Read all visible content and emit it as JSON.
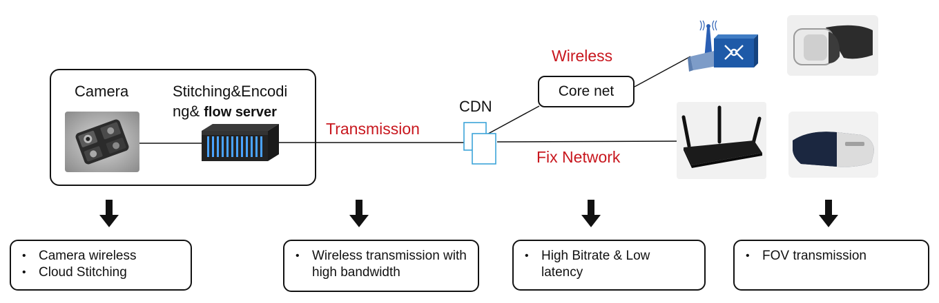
{
  "source": {
    "camera_label": "Camera",
    "stitching_label_line1": "Stitching&Encodi",
    "stitching_label_line2_a": "ng& ",
    "stitching_label_line2_b": "flow server"
  },
  "network": {
    "cdn_label": "CDN",
    "transmission_label": "Transmission",
    "wireless_label": "Wireless",
    "core_net_label": "Core net",
    "fix_network_label": "Fix Network"
  },
  "notes": [
    {
      "items": [
        "Camera wireless",
        "Cloud Stitching"
      ]
    },
    {
      "items": [
        "Wireless transmission with high bandwidth"
      ]
    },
    {
      "items": [
        "High Bitrate & Low latency"
      ]
    },
    {
      "items": [
        "FOV transmission"
      ]
    }
  ],
  "colors": {
    "label_red": "#c8171e",
    "cdn_blue": "#3ba3d8",
    "line": "#111111"
  },
  "icons": [
    "camera-rig-icon",
    "server-rack-icon",
    "cdn-icon",
    "base-station-icon",
    "router-icon",
    "vr-headset-icon",
    "down-arrow-icon"
  ]
}
